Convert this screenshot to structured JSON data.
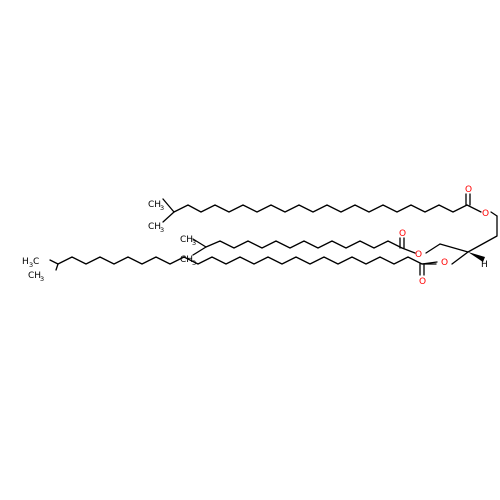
{
  "molecule": {
    "colors": {
      "bond": "#000000",
      "oxygen": "#ff0000",
      "carbon_label": "#000000"
    },
    "labels": {
      "O": "O",
      "H": "H",
      "CH3_main": "CH",
      "CH3_sub": "3",
      "H3C_main": "H",
      "H3C_C": "C",
      "H3C_sub": "3"
    }
  }
}
